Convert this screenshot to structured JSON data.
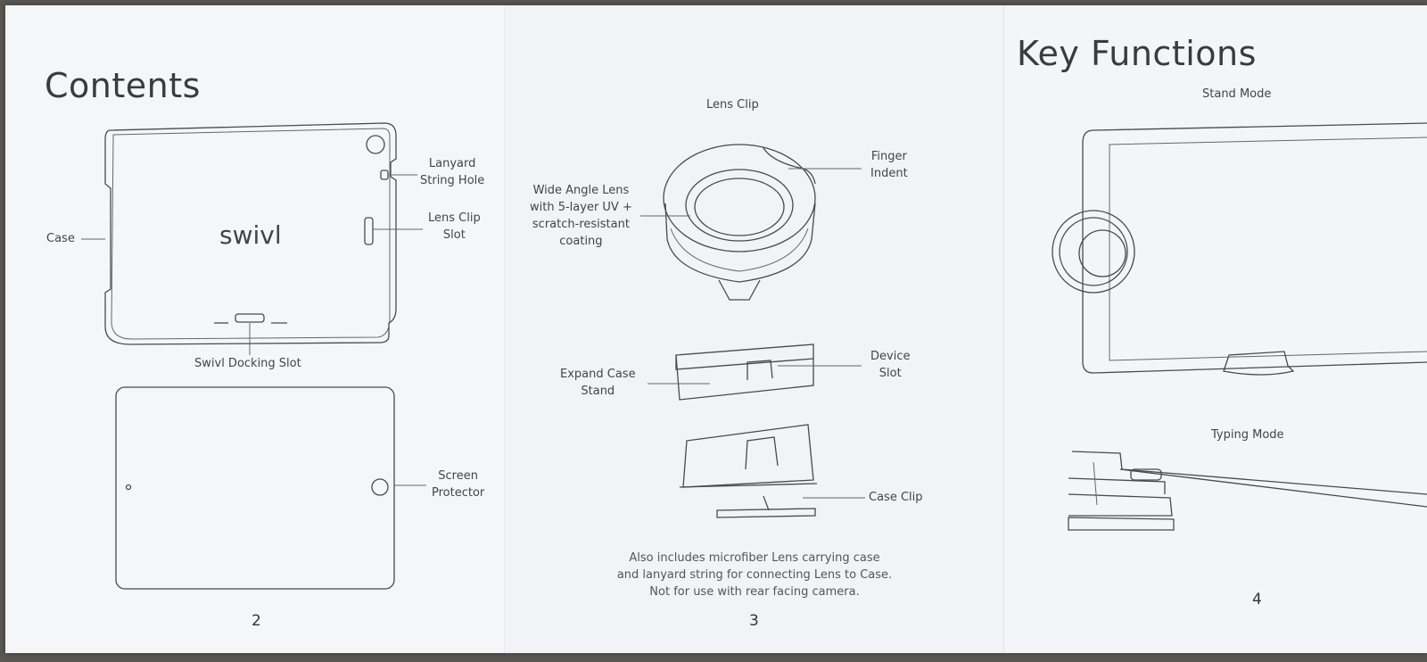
{
  "panels": [
    {
      "title": "Contents",
      "page_number": "2",
      "case_brand": "swivl",
      "labels": {
        "case": "Case",
        "lanyard_hole": [
          "Lanyard",
          "String Hole"
        ],
        "lens_clip_slot": [
          "Lens Clip",
          "Slot"
        ],
        "docking_slot": "Swivl Docking Slot",
        "screen_protector": [
          "Screen",
          "Protector"
        ]
      }
    },
    {
      "page_number": "3",
      "labels": {
        "lens_clip": "Lens Clip",
        "finger_indent": [
          "Finger",
          "Indent"
        ],
        "wide_angle_lens": [
          "Wide Angle Lens",
          "with 5-layer UV +",
          "scratch-resistant",
          "coating"
        ],
        "expand_case_stand": [
          "Expand Case",
          "Stand"
        ],
        "device_slot": [
          "Device",
          "Slot"
        ],
        "case_clip": "Case Clip"
      },
      "footnote": [
        "Also includes microfiber Lens carrying case",
        "and lanyard string for connecting Lens to Case.",
        "Not for use with rear facing camera."
      ]
    },
    {
      "title": "Key Functions",
      "page_number": "4",
      "labels": {
        "stand_mode": "Stand Mode",
        "typing_mode": "Typing Mode"
      }
    }
  ]
}
